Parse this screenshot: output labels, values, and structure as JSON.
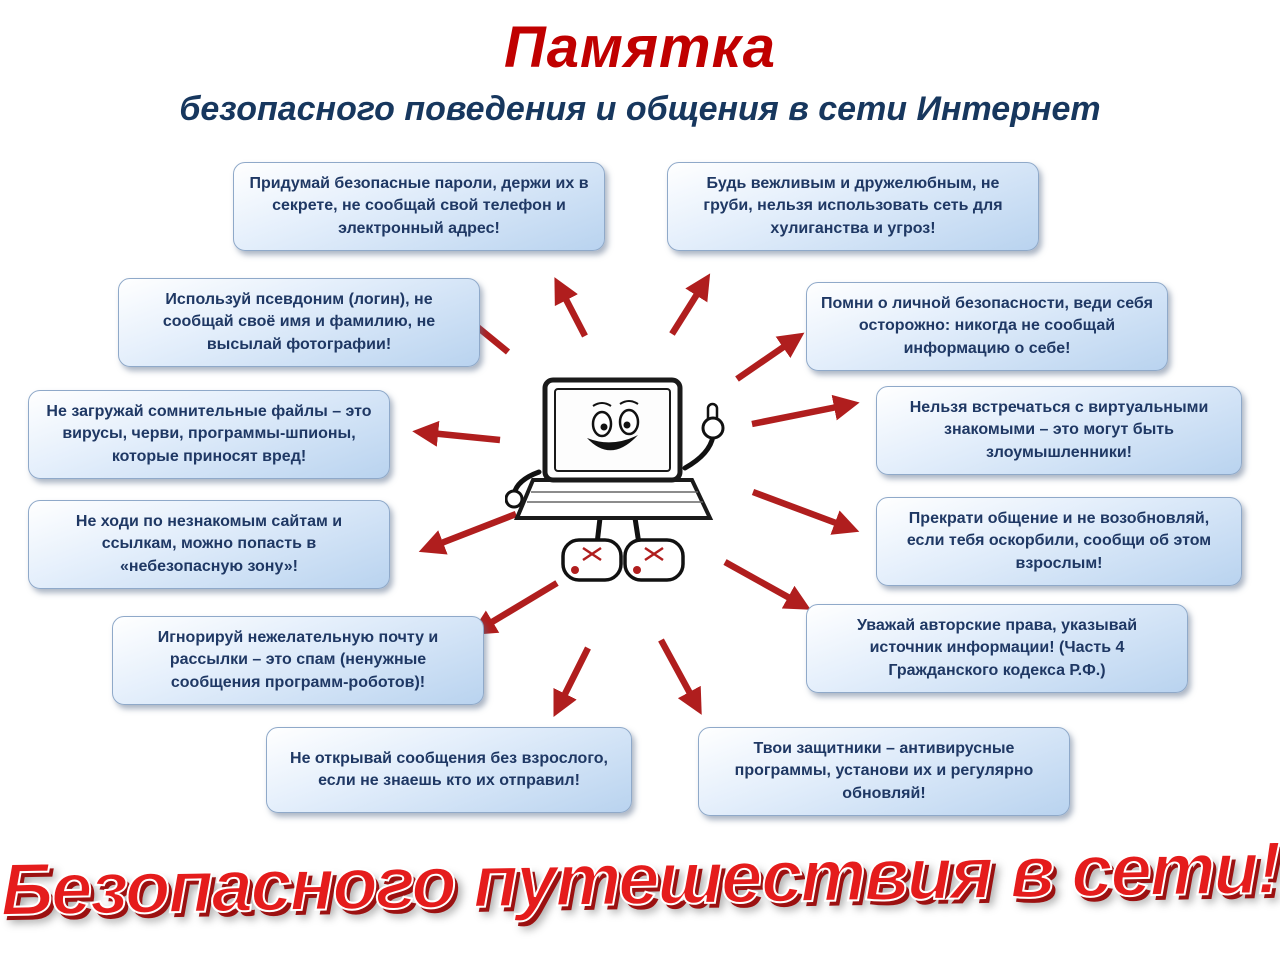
{
  "poster": {
    "title": "Памятка",
    "subtitle": "безопасного поведения и общения в сети Интернет",
    "footer": "Безопасного путешествия в сети!",
    "colors": {
      "title_red": "#c00000",
      "subtitle_blue": "#17375e",
      "tip_text_blue": "#1f3864",
      "arrow_red": "#b01e1e",
      "box_fill_top": "#ffffff",
      "box_fill_bottom": "#b9d3ef",
      "box_border": "#8fa9c9"
    },
    "icons": {
      "center_illustration": "smiling-laptop-character",
      "connector": "red-arrow"
    },
    "tips": [
      {
        "id": "passwords",
        "text": "Придумай безопасные пароли, держи их в секрете, не сообщай свой телефон и электронный адрес!"
      },
      {
        "id": "politeness",
        "text": "Будь вежливым и дружелюбным, не груби, нельзя использовать сеть для хулиганства и угроз!"
      },
      {
        "id": "pseudonym",
        "text": "Используй псевдоним (логин), не сообщай своё имя и фамилию, не высылай фотографии!"
      },
      {
        "id": "personal-safety",
        "text": "Помни о личной безопасности, веди себя осторожно: никогда не сообщай информацию о себе!"
      },
      {
        "id": "suspicious-files",
        "text": "Не загружай сомнительные файлы – это вирусы, черви, программы-шпионы, которые приносят вред!"
      },
      {
        "id": "virtual-strangers",
        "text": "Нельзя встречаться с виртуальными знакомыми – это могут быть злоумышленники!"
      },
      {
        "id": "unknown-sites",
        "text": "Не ходи по незнакомым сайтам и ссылкам, можно попасть в «небезопасную зону»!"
      },
      {
        "id": "stop-communication",
        "text": "Прекрати общение и не возобновляй, если тебя оскорбили, сообщи об этом взрослым!"
      },
      {
        "id": "spam",
        "text": "Игнорируй нежелательную почту и рассылки – это спам (ненужные сообщения программ-роботов)!"
      },
      {
        "id": "copyright",
        "text": "Уважай авторские права, указывай источник информации! (Часть 4 Гражданского кодекса Р.Ф.)"
      },
      {
        "id": "unknown-messages",
        "text": "Не открывай сообщения без взрослого, если не знаешь кто их отправил!"
      },
      {
        "id": "antivirus",
        "text": "Твои защитники – антивирусные программы, установи их и регулярно обновляй!"
      }
    ]
  }
}
